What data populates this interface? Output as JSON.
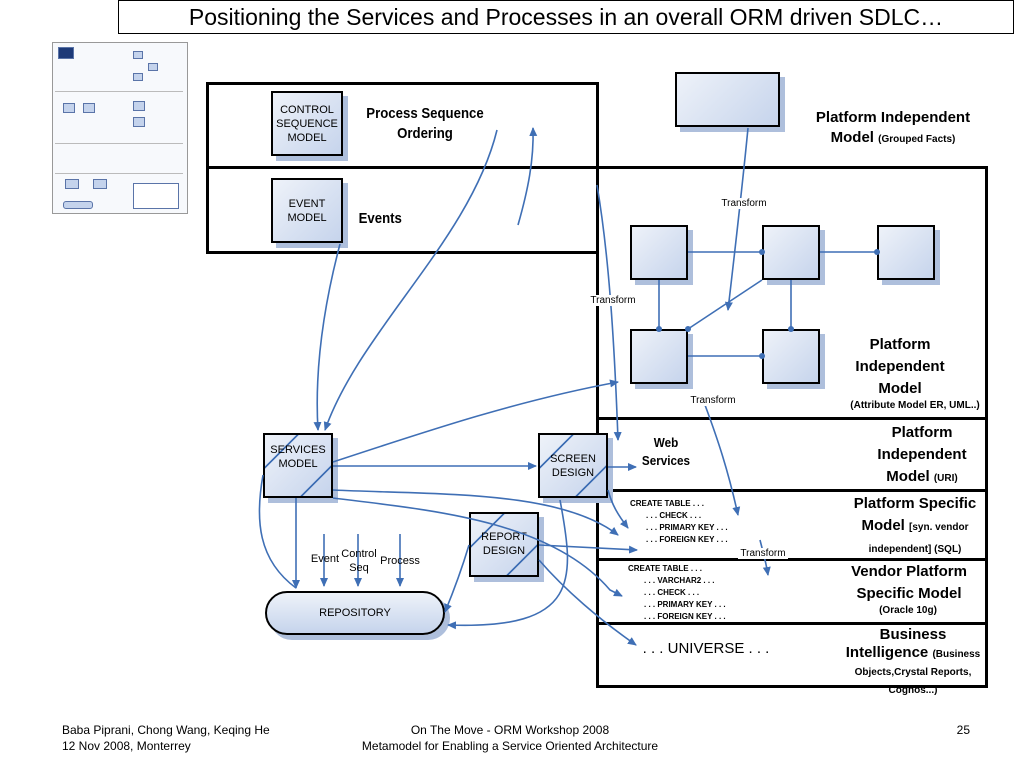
{
  "title": "Positioning the Services and Processes in an overall ORM driven SDLC…",
  "boxes": {
    "control_sequence": "CONTROL SEQUENCE MODEL",
    "event": "EVENT MODEL",
    "services": "SERVICES MODEL",
    "screen": "SCREEN DESIGN",
    "report": "REPORT DESIGN",
    "repository": "REPOSITORY"
  },
  "labels": {
    "process_sequence": "Process Sequence Ordering",
    "events": "Events",
    "web_services": "Web Services",
    "event": "Event",
    "control_seq": "Control Seq",
    "process": "Process",
    "universe": ". . . UNIVERSE . . .",
    "transform": "Transform"
  },
  "right_labels": {
    "pim_grouped_main": "Platform Independent Model",
    "pim_grouped_sub": "(Grouped Facts)",
    "pim_attr_main": "Platform Independent Model",
    "pim_attr_sub": "(Attribute Model ER, UML..)",
    "pim_uri_main": "Platform Independent Model",
    "pim_uri_sub": "(URI)",
    "psm_main": "Platform Specific Model",
    "psm_sub": "[syn. vendor independent] (SQL)",
    "vendor_main": "Vendor Platform Specific Model",
    "vendor_sub": "(Oracle 10g)",
    "bi_main": "Business Intelligence",
    "bi_sub": "(Business Objects,Crystal Reports, Cognos...)"
  },
  "sql_generic": [
    "CREATE TABLE . . .",
    ". . . CHECK . . .",
    ". . . PRIMARY KEY . . .",
    ". . . FOREIGN KEY . . ."
  ],
  "sql_vendor": [
    "CREATE TABLE . . .",
    ". . . VARCHAR2 . . .",
    ". . . CHECK . . .",
    ". . . PRIMARY KEY . . .",
    ". . . FOREIGN KEY . . ."
  ],
  "footer": {
    "authors": "Baba Piprani, Chong Wang, Keqing He",
    "date_place": "12 Nov 2008, Monterrey",
    "event": "On The Move - ORM Workshop 2008",
    "paper": "Metamodel for Enabling a Service Oriented Architecture",
    "page": "25"
  },
  "colors": {
    "arrow": "#3f6fb5",
    "box_fill": "#c6d4ec",
    "shadow": "#aebfdc"
  }
}
